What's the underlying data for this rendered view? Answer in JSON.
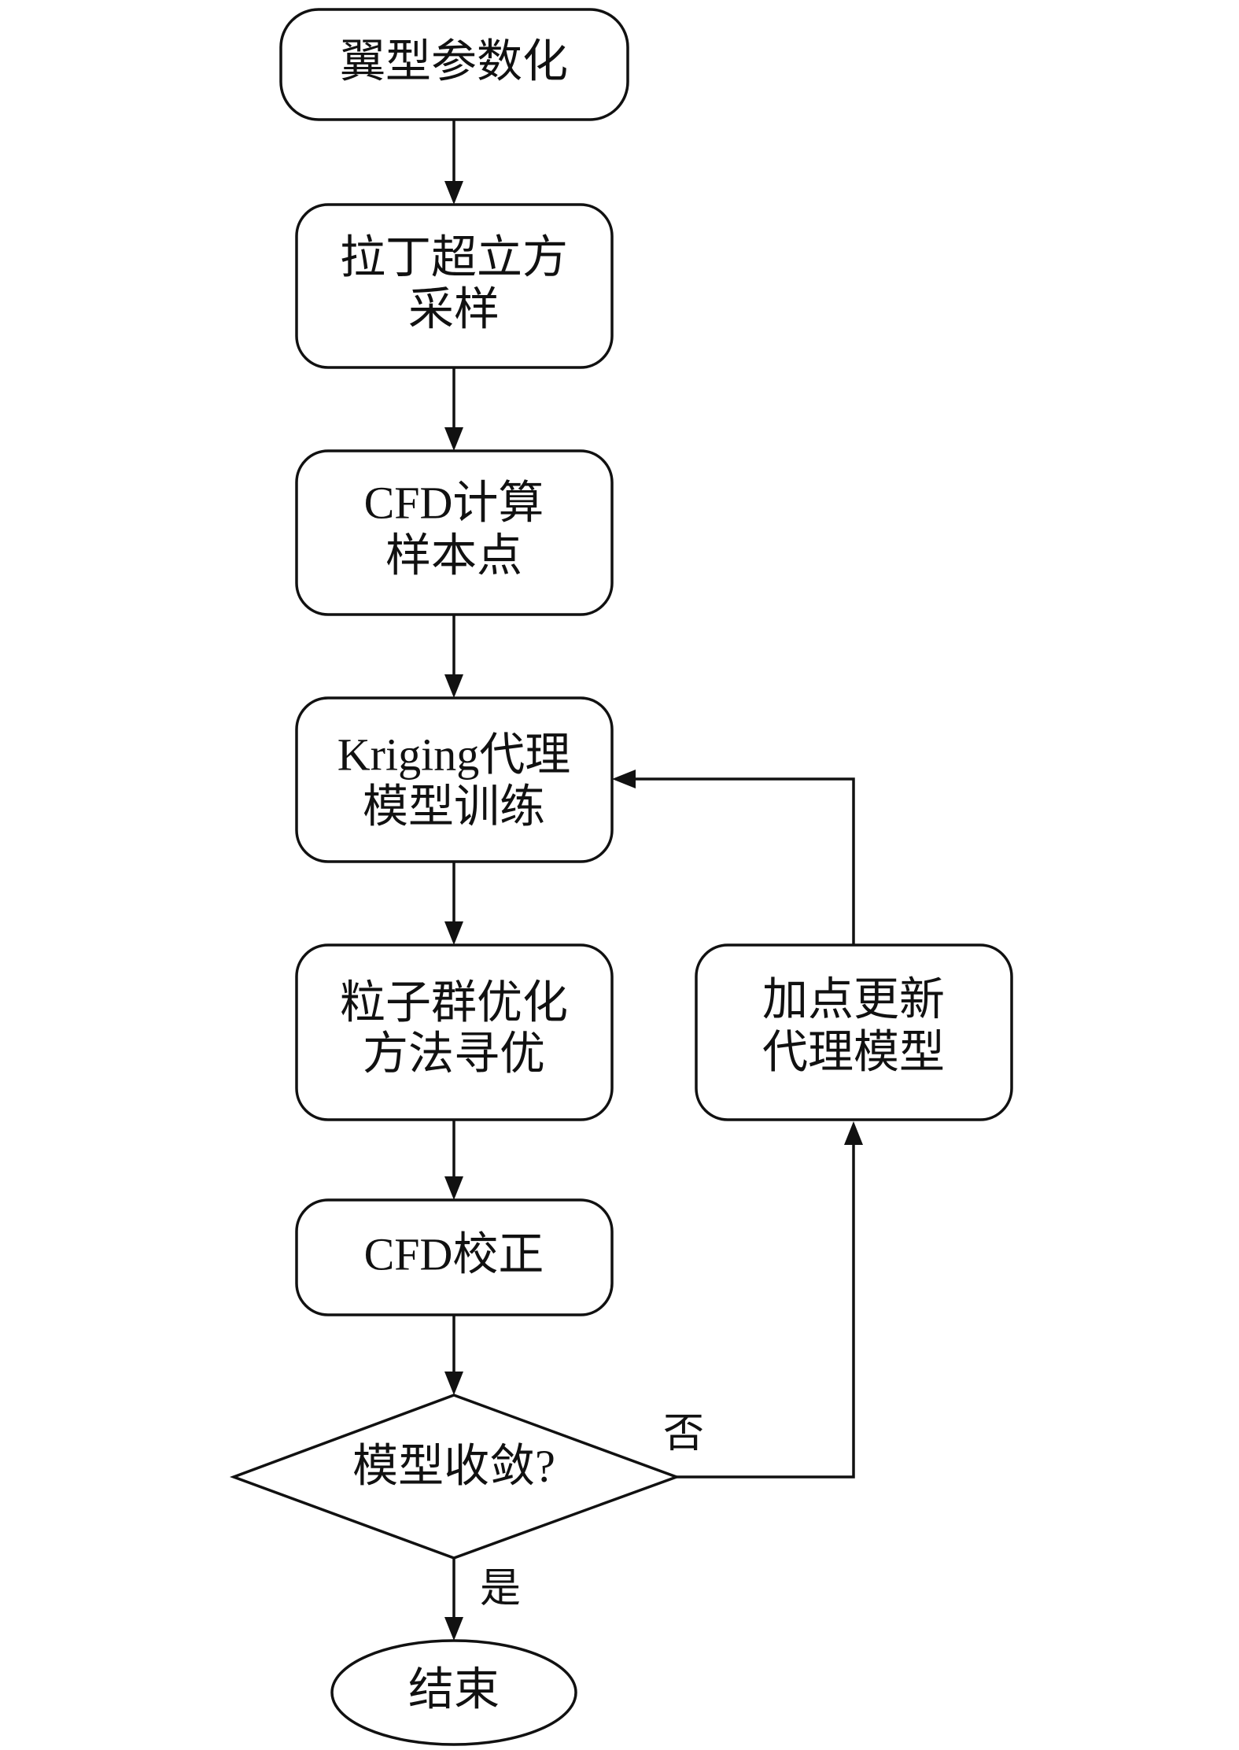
{
  "nodes": {
    "airfoil_param": {
      "lines": [
        "翼型参数化"
      ]
    },
    "lhs_sampling": {
      "lines": [
        "拉丁超立方",
        "采样"
      ]
    },
    "cfd_samples": {
      "lines": [
        "CFD计算",
        "样本点"
      ]
    },
    "kriging_train": {
      "lines": [
        "Kriging代理",
        "模型训练"
      ]
    },
    "pso_search": {
      "lines": [
        "粒子群优化",
        "方法寻优"
      ]
    },
    "cfd_verify": {
      "lines": [
        "CFD校正"
      ]
    },
    "converged": {
      "lines": [
        "模型收敛?"
      ]
    },
    "end": {
      "lines": [
        "结束"
      ]
    },
    "update_model": {
      "lines": [
        "加点更新",
        "代理模型"
      ]
    }
  },
  "edges": {
    "no_label": "否",
    "yes_label": "是"
  }
}
